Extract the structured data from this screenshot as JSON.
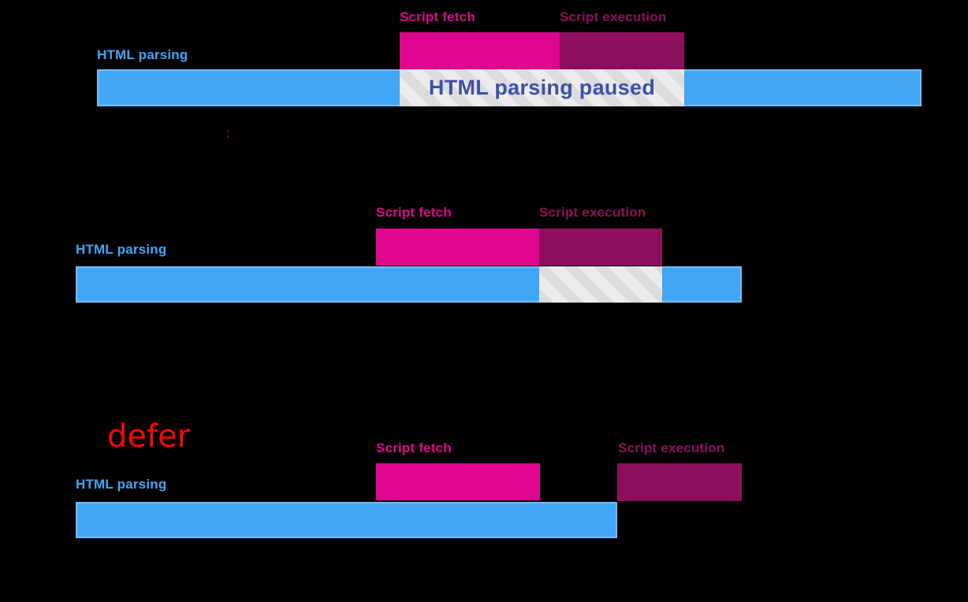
{
  "colors": {
    "background": "#000000",
    "parsing_blue": "#42a5f5",
    "fetch_magenta": "#e0058e",
    "execution_dark_magenta": "#8d0e5e",
    "paused_text_indigo": "#3e51a8",
    "hatch_base_gray": "#dcdcdc",
    "hatch_stripe_gray": "#ececec",
    "defer_red": "#fa0606"
  },
  "rows": [
    {
      "name": "script-blocking",
      "html_parsing_label": "HTML parsing",
      "script_fetch_label": "Script fetch",
      "script_execution_label": "Script execution",
      "paused_label": "HTML parsing paused"
    },
    {
      "name": "script-async",
      "html_parsing_label": "HTML parsing",
      "script_fetch_label": "Script fetch",
      "script_execution_label": "Script execution",
      "paused_label": ""
    },
    {
      "name": "script-defer",
      "keyword": "defer",
      "html_parsing_label": "HTML parsing",
      "script_fetch_label": "Script fetch",
      "script_execution_label": "Script execution"
    }
  ]
}
